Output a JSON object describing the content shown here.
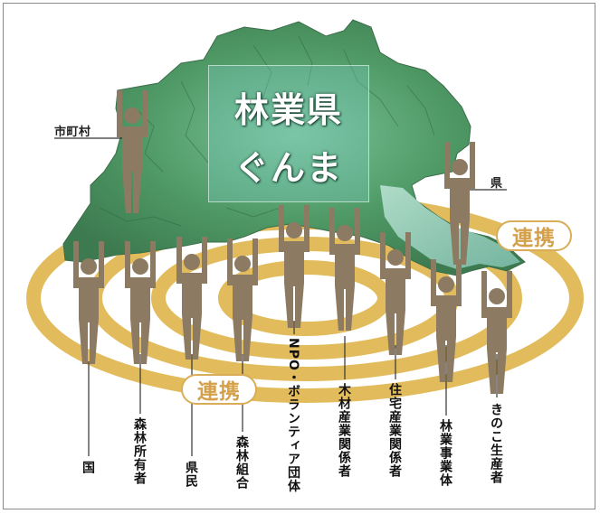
{
  "title": {
    "line1": "林業県",
    "line2": "ぐんま"
  },
  "renkei_label": "連携",
  "left_label": "市町村",
  "right_label": "県",
  "stakeholders": [
    "国",
    "森林所有者",
    "県民",
    "森林組合",
    "NPO・ボランティア団体",
    "木材産業関係者",
    "住宅産業関係者",
    "林業事業体",
    "きのこ生産者"
  ],
  "colors": {
    "ring": "#e2bc5c",
    "figure": "#8c7a63",
    "land": "#4f9a66",
    "river": "#9fd3c4"
  }
}
